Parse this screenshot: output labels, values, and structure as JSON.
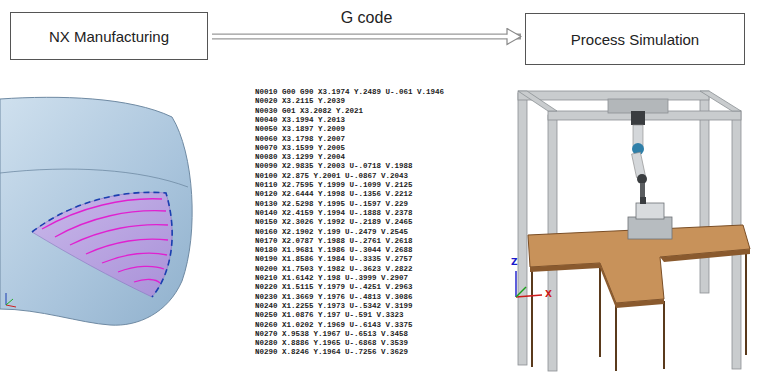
{
  "diagram": {
    "nodes": [
      {
        "text": [
          "NX Manufacturing"
        ]
      },
      {
        "text": [
          "Process Simulation"
        ]
      }
    ],
    "edges": [
      {
        "from": 0,
        "to": 1,
        "label": "G code",
        "arrow": "to"
      }
    ],
    "labels": [
      "N0010 G00 G90 X3.1974 Y.2489 U-.061 V.1946",
      "N0020 X3.2115 Y.2039",
      "N0030 G01 X3.2082 Y.2021",
      "N0040 X3.1994 Y.2013",
      "N0050 X3.1897 Y.2009",
      "N0060 X3.1798 Y.2007",
      "N0070 X3.1599 Y.2005",
      "N0080 X3.1299 Y.2004",
      "N0090 X2.9835 Y.2003 U-.0718 V.1988",
      "N0100 X2.875 Y.2001 U-.0867 V.2043",
      "N0110 X2.7595 Y.1999 U-.1099 V.2125",
      "N0120 X2.6444 Y.1998 U-.1356 V.2212",
      "N0130 X2.5298 Y.1995 U-.1597 V.229",
      "N0140 X2.4159 Y.1994 U-.1888 V.2378",
      "N0150 X2.3026 Y.1992 U-.2189 V.2465",
      "N0160 X2.1902 Y.199 U-.2479 V.2545",
      "N0170 X2.0787 Y.1988 U-.2761 V.2618",
      "N0180 X1.9681 Y.1986 U-.3044 V.2688",
      "N0190 X1.8586 Y.1984 U-.3335 V.2757",
      "N0200 X1.7503 Y.1982 U-.3623 V.2822",
      "N0210 X1.6142 Y.198 U-.3999 V.2907",
      "N0220 X1.5115 Y.1979 U-.4251 V.2963",
      "N0230 X1.3669 Y.1976 U-.4813 V.3086",
      "N0240 X1.2255 Y.1973 U-.5342 V.3199",
      "N0250 X1.0876 Y.197 U-.591 V.3323",
      "N0260 X1.0202 Y.1969 U-.6143 V.3375",
      "N0270 X.9538 Y.1967 U-.6513 V.3458",
      "N0280 X.8886 Y.1965 U-.6868 V.3539",
      "N0290 X.8246 Y.1964 U-.7256 V.3629",
      "Z",
      "X"
    ]
  }
}
